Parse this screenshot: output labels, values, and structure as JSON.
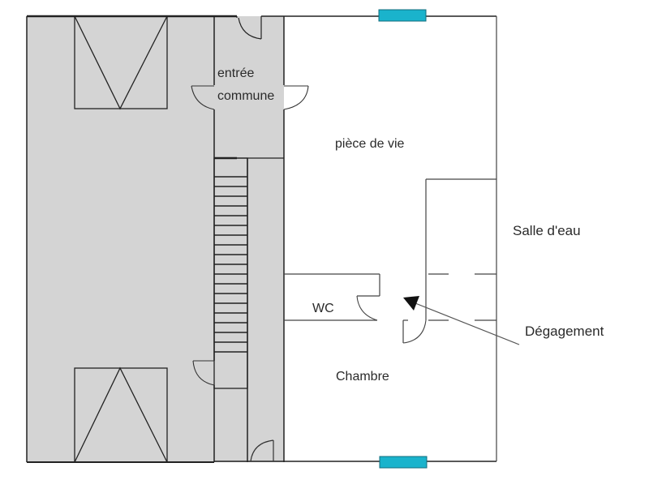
{
  "plan": {
    "type": "floor-plan",
    "colors": {
      "shared_area_fill": "#d4d4d4",
      "wall": "#222222",
      "thin_wall": "#444444",
      "window": "#1ab3cc",
      "background": "#ffffff",
      "label": "#2a2a2a"
    },
    "rooms": [
      {
        "id": "entree",
        "label_line1": "entrée",
        "label_line2": "commune"
      },
      {
        "id": "piece-de-vie",
        "label": "pièce de vie"
      },
      {
        "id": "salle-d-eau",
        "label": "Salle d'eau"
      },
      {
        "id": "wc",
        "label": "WC"
      },
      {
        "id": "degagement",
        "label": "Dégagement"
      },
      {
        "id": "chambre",
        "label": "Chambre"
      }
    ],
    "elements": {
      "windows": 2,
      "staircase_treads": 17,
      "parking_boxes": 2
    }
  }
}
